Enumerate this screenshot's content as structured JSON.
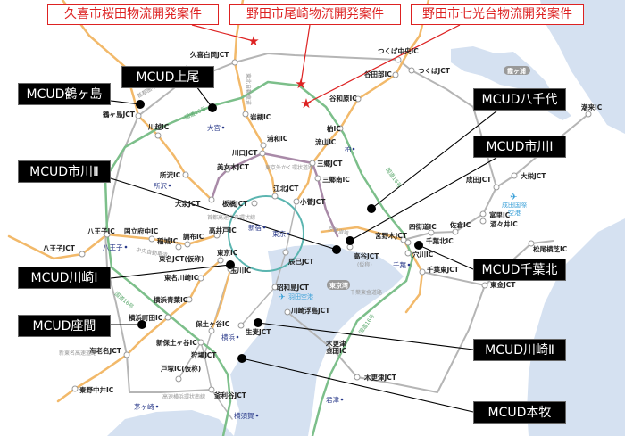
{
  "projects": [
    {
      "label": "久喜市桜田物流開発案件"
    },
    {
      "label": "野田市尾崎物流開発案件"
    },
    {
      "label": "野田市七光台物流開発案件"
    }
  ],
  "facilities": [
    {
      "label": "MCUD上尾"
    },
    {
      "label": "MCUD鶴ヶ島"
    },
    {
      "label": "MCUD市川Ⅱ"
    },
    {
      "label": "MCUD八千代"
    },
    {
      "label": "MCUD市川Ⅰ"
    },
    {
      "label": "MCUD千葉北"
    },
    {
      "label": "MCUD川崎Ⅰ"
    },
    {
      "label": "MCUD座間"
    },
    {
      "label": "MCUD川崎Ⅱ"
    },
    {
      "label": "MCUD本牧"
    }
  ],
  "interchanges": [
    "久喜白岡JCT",
    "鶴ヶ島JCT",
    "川越IC",
    "岩槻IC",
    "浦和IC",
    "川口JCT",
    "美女木JCT",
    "所沢IC",
    "江北JCT",
    "大泉JCT",
    "板橋JCT",
    "小菅JCT",
    "つくば中央IC",
    "つくばJCT",
    "谷田部IC",
    "谷和原IC",
    "潮来IC",
    "柏IC",
    "流山IC",
    "三郷JCT",
    "三郷南IC",
    "成田JCT",
    "大栄JCT",
    "富里IC",
    "酒々井IC",
    "四街道IC",
    "佐倉IC",
    "松尾横芝IC",
    "千葉北IC",
    "穴川IC",
    "千葉東JCT",
    "東金JCT",
    "宮野木JCT",
    "高谷JCT",
    "八王子IC",
    "国立府中IC",
    "稲城IC",
    "調布IC",
    "高井戸IC",
    "八王子JCT",
    "東京IC",
    "東名JCT(仮称)",
    "玉川IC",
    "東名川崎IC",
    "辰巳JCT",
    "昭和島JCT",
    "横浜青葉IC",
    "川崎浮島JCT",
    "横浜町田IC",
    "保土ヶ谷IC",
    "生麦JCT",
    "新保土ヶ谷IC",
    "狩場JCT",
    "海老名JCT",
    "秦野中井IC",
    "戸塚IC(仮称)",
    "釜利谷JCT",
    "木更津金田IC",
    "木更津JCT"
  ],
  "cities": [
    "大宮",
    "所沢",
    "柏",
    "八王子",
    "新宿",
    "東京",
    "横浜",
    "茅ヶ崎",
    "横須賀",
    "千葉",
    "君津"
  ],
  "areas": {
    "bay": "東京湾",
    "lake": "霞ヶ浦",
    "narita": "成田国際空港",
    "haneda": "羽田空港"
  },
  "roads": [
    "国道16号",
    "国道16号",
    "国道16号",
    "国道16号",
    "東京外かく環状道路",
    "首都圏中央連絡自動車道",
    "東北自動車道",
    "京葉道路",
    "千葉東金道路",
    "新東名高速道路",
    "高速横浜環状南線",
    "中央自動車道",
    "首都高速中央環状線",
    "(仮称)"
  ],
  "colors": {
    "expressway": "#f2b96a",
    "route16": "#7cbf8a",
    "other_road": "#b5b5b5",
    "gaikan": "#a98aa8",
    "water": "#d5e1f1",
    "project": "#dd2222",
    "facility": "#000000",
    "shutoko": "#5bb5b0"
  }
}
